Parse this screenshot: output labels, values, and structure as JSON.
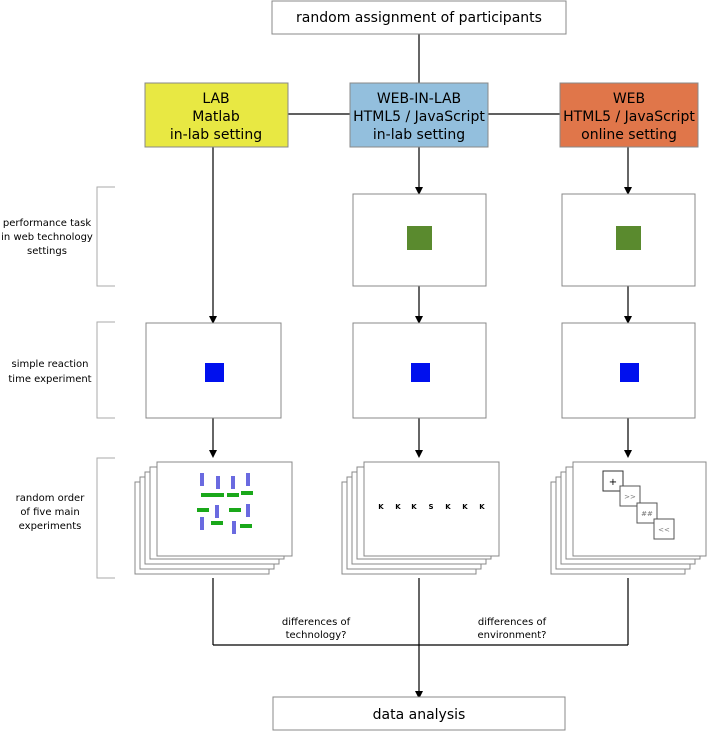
{
  "top_box": "random assignment of participants",
  "bottom_box": "data analysis",
  "conditions": [
    {
      "name": "LAB",
      "tech": "Matlab",
      "setting": "in-lab setting",
      "color": "#e8e843"
    },
    {
      "name": "WEB-IN-LAB",
      "tech": "HTML5 / JavaScript",
      "setting": "in-lab setting",
      "color": "#93bfdd"
    },
    {
      "name": "WEB",
      "tech": "HTML5 / JavaScript",
      "setting": "online setting",
      "color": "#e0764a"
    }
  ],
  "row_labels": {
    "performance": [
      "performance task",
      "in web technology",
      "settings"
    ],
    "reaction": [
      "simple reaction",
      "time experiment"
    ],
    "main": [
      "random order",
      "of five main",
      "experiments"
    ]
  },
  "comparisons": {
    "technology": [
      "differences of",
      "technology?"
    ],
    "environment": [
      "differences of",
      "environment?"
    ]
  },
  "stimuli": {
    "green_square": "#5a8a2e",
    "blue_square": "#0010ee",
    "flanker_letters": [
      "K",
      "K",
      "K",
      "S",
      "K",
      "K",
      "K"
    ],
    "task_switch_symbols": [
      "+",
      ">>",
      "##",
      "<<"
    ]
  }
}
